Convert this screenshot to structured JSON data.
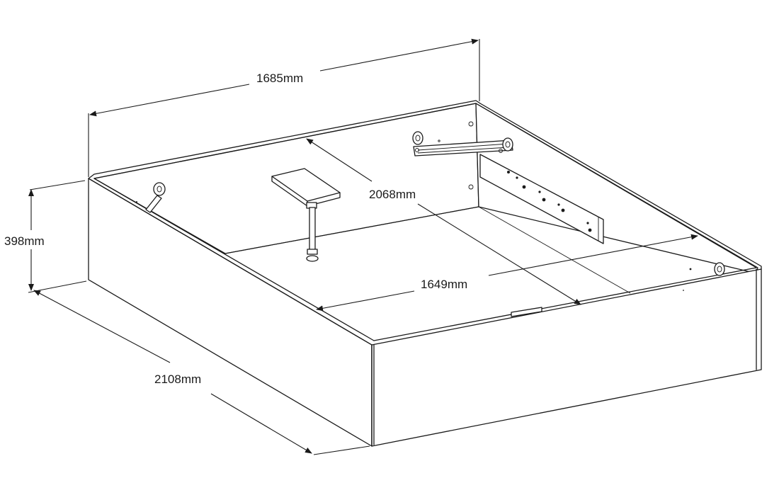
{
  "dimensions": {
    "width_label": "1685mm",
    "inner_length_label": "2068mm",
    "height_label": "398mm",
    "inner_width_label": "1649mm",
    "outer_length_label": "2108mm"
  }
}
